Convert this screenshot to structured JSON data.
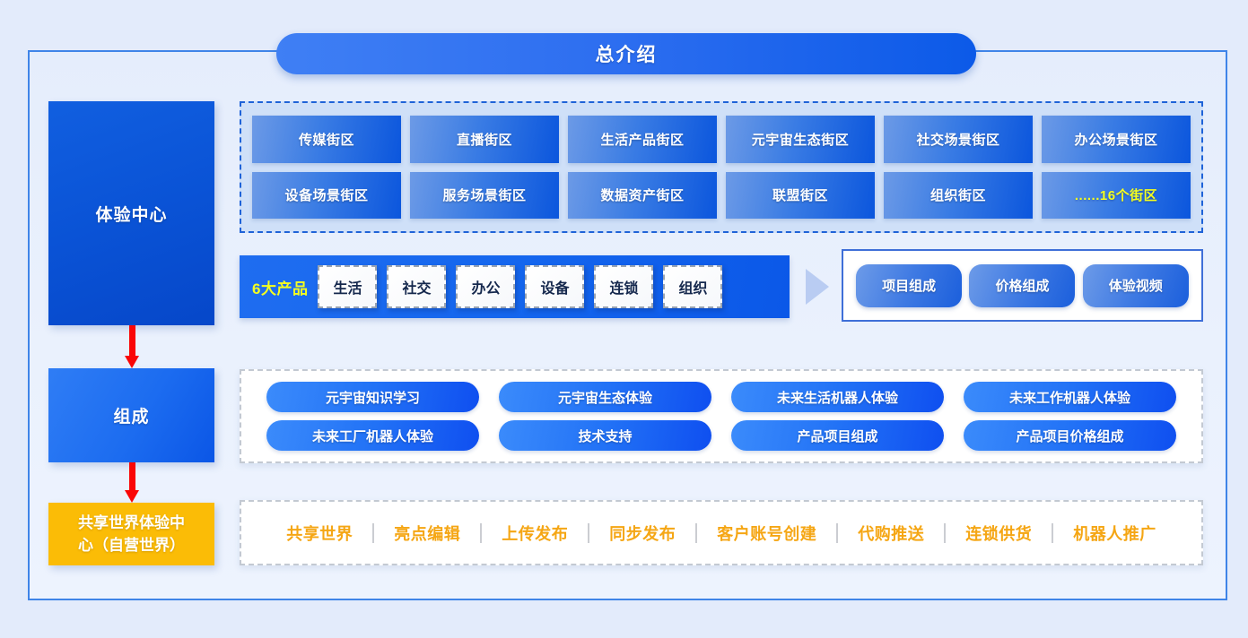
{
  "header": {
    "title": "总介绍"
  },
  "sidebar": {
    "nodes": [
      {
        "label": "体验中心",
        "color": "#0a53d6"
      },
      {
        "label": "组成",
        "color": "#1c6cf0"
      },
      {
        "label": "共享世界体验中\n心（自营世界）",
        "color": "#fbbc06"
      }
    ],
    "experience_center": "体验中心",
    "compose": "组成",
    "share_world_line1": "共享世界体验中",
    "share_world_line2": "心（自营世界）"
  },
  "districts": {
    "tiles": [
      {
        "label": "传媒街区",
        "accent": false
      },
      {
        "label": "直播街区",
        "accent": false
      },
      {
        "label": "生活产品街区",
        "accent": false
      },
      {
        "label": "元宇宙生态街区",
        "accent": false
      },
      {
        "label": "社交场景街区",
        "accent": false
      },
      {
        "label": "办公场景街区",
        "accent": false
      },
      {
        "label": "设备场景街区",
        "accent": false
      },
      {
        "label": "服务场景街区",
        "accent": false
      },
      {
        "label": "数据资产街区",
        "accent": false
      },
      {
        "label": "联盟街区",
        "accent": false
      },
      {
        "label": "组织街区",
        "accent": false
      },
      {
        "label": "......16个街区",
        "accent": true
      }
    ]
  },
  "products": {
    "label": "6大产品",
    "chips": [
      {
        "label": "生活"
      },
      {
        "label": "社交"
      },
      {
        "label": "办公"
      },
      {
        "label": "设备"
      },
      {
        "label": "连锁"
      },
      {
        "label": "组织"
      }
    ]
  },
  "composition_panel": {
    "pills": [
      {
        "label": "项目组成"
      },
      {
        "label": "价格组成"
      },
      {
        "label": "体验视频"
      }
    ]
  },
  "compose_features": {
    "pills": [
      {
        "label": "元宇宙知识学习"
      },
      {
        "label": "元宇宙生态体验"
      },
      {
        "label": "未来生活机器人体验"
      },
      {
        "label": "未来工作机器人体验"
      },
      {
        "label": "未来工厂机器人体验"
      },
      {
        "label": "技术支持"
      },
      {
        "label": "产品项目组成"
      },
      {
        "label": "产品项目价格组成"
      }
    ]
  },
  "actions": {
    "links": [
      {
        "label": "共享世界"
      },
      {
        "label": "亮点编辑"
      },
      {
        "label": "上传发布"
      },
      {
        "label": "同步发布"
      },
      {
        "label": "客户账号创建"
      },
      {
        "label": "代购推送"
      },
      {
        "label": "连锁供货"
      },
      {
        "label": "机器人推广"
      }
    ]
  },
  "colors": {
    "background": "#e3ebfb",
    "frame_border": "#3f84e8",
    "primary_blue": "#0b56dd",
    "accent_yellow": "#f5ff1f",
    "amber": "#fbbc06",
    "arrow_red": "#fa0606",
    "action_orange": "#f5a614"
  }
}
